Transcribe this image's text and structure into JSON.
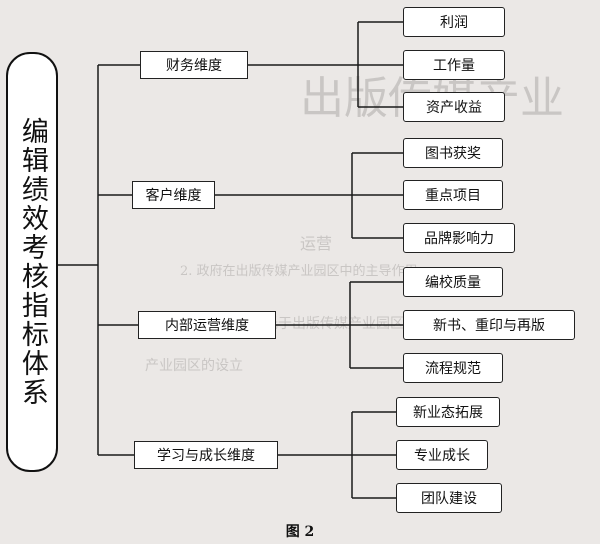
{
  "root": {
    "label": "编辑绩效考核指标体系"
  },
  "dimensions": [
    {
      "label": "财务维度",
      "items": [
        "利润",
        "工作量",
        "资产收益"
      ]
    },
    {
      "label": "客户维度",
      "items": [
        "图书获奖",
        "重点项目",
        "品牌影响力"
      ]
    },
    {
      "label": "内部运营维度",
      "items": [
        "编校质量",
        "新书、重印与再版",
        "流程规范"
      ]
    },
    {
      "label": "学习与成长维度",
      "items": [
        "新业态拓展",
        "专业成长",
        "团队建设"
      ]
    }
  ],
  "caption": "图 2",
  "background_text": [
    "出版传媒产业",
    "运营",
    "2. 政府在出版传媒产业园区中的主导作用",
    "依托于出版传媒产业园区的发展",
    "产业园区的设立"
  ]
}
